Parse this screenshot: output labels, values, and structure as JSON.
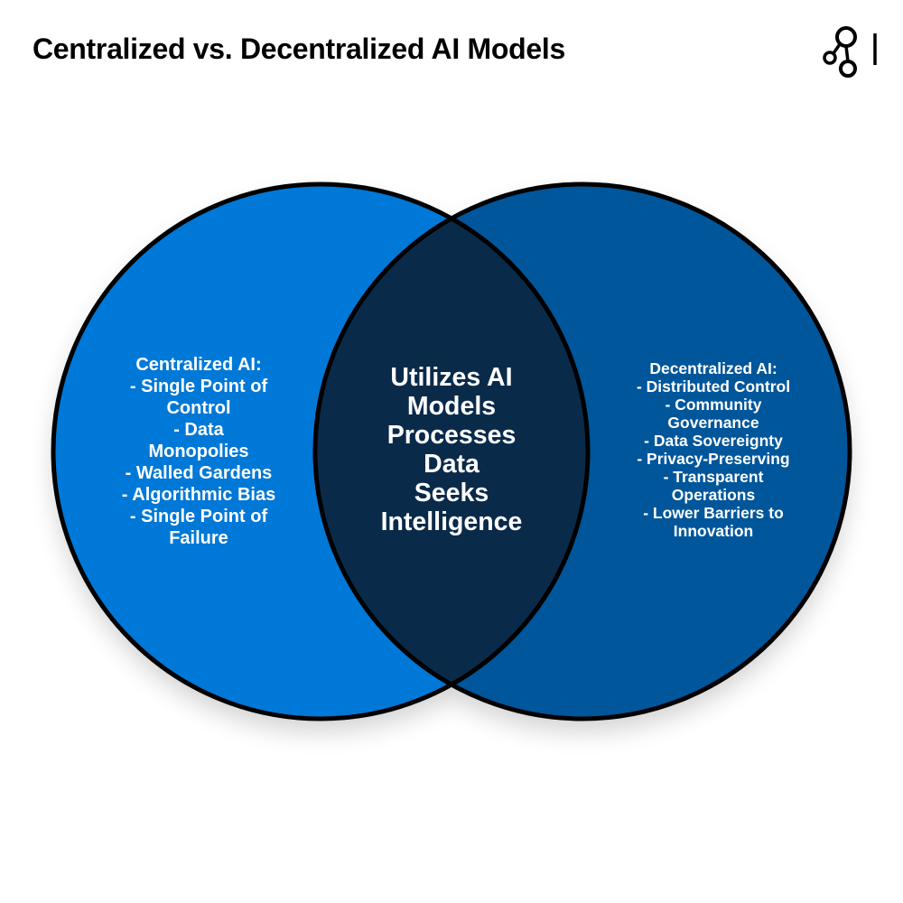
{
  "title": "Centralized vs. Decentralized AI Models",
  "logo": {
    "icon": "network-graph-icon"
  },
  "colors": {
    "left_fill": "#0078D7",
    "right_fill": "#00569B",
    "overlap_fill": "#0A2A4A",
    "outline": "#000000",
    "text": "#FFFFFF"
  },
  "venn": {
    "left": {
      "heading": "Centralized AI:",
      "items": [
        "- Single Point of Control",
        "- Data Monopolies",
        "- Walled Gardens",
        "- Algorithmic Bias",
        "- Single Point of Failure"
      ],
      "display_lines": [
        "Centralized AI:",
        "- Single Point of",
        "Control",
        "- Data",
        "Monopolies",
        "- Walled Gardens",
        "- Algorithmic Bias",
        "- Single Point of",
        "Failure"
      ]
    },
    "right": {
      "heading": "Decentralized AI:",
      "items": [
        "- Distributed Control",
        "- Community Governance",
        "- Data Sovereignty",
        "- Privacy-Preserving",
        "- Transparent Operations",
        "- Lower Barriers to Innovation"
      ],
      "display_lines": [
        "Decentralized AI:",
        "- Distributed Control",
        "- Community",
        "Governance",
        "- Data Sovereignty",
        "- Privacy-Preserving",
        "- Transparent",
        "Operations",
        "- Lower Barriers to",
        "Innovation"
      ]
    },
    "overlap": {
      "items": [
        "Utilizes AI Models",
        "Processes Data",
        "Seeks Intelligence"
      ],
      "display_lines": [
        "Utilizes AI",
        "Models",
        "Processes",
        "Data",
        "Seeks",
        "Intelligence"
      ]
    }
  }
}
